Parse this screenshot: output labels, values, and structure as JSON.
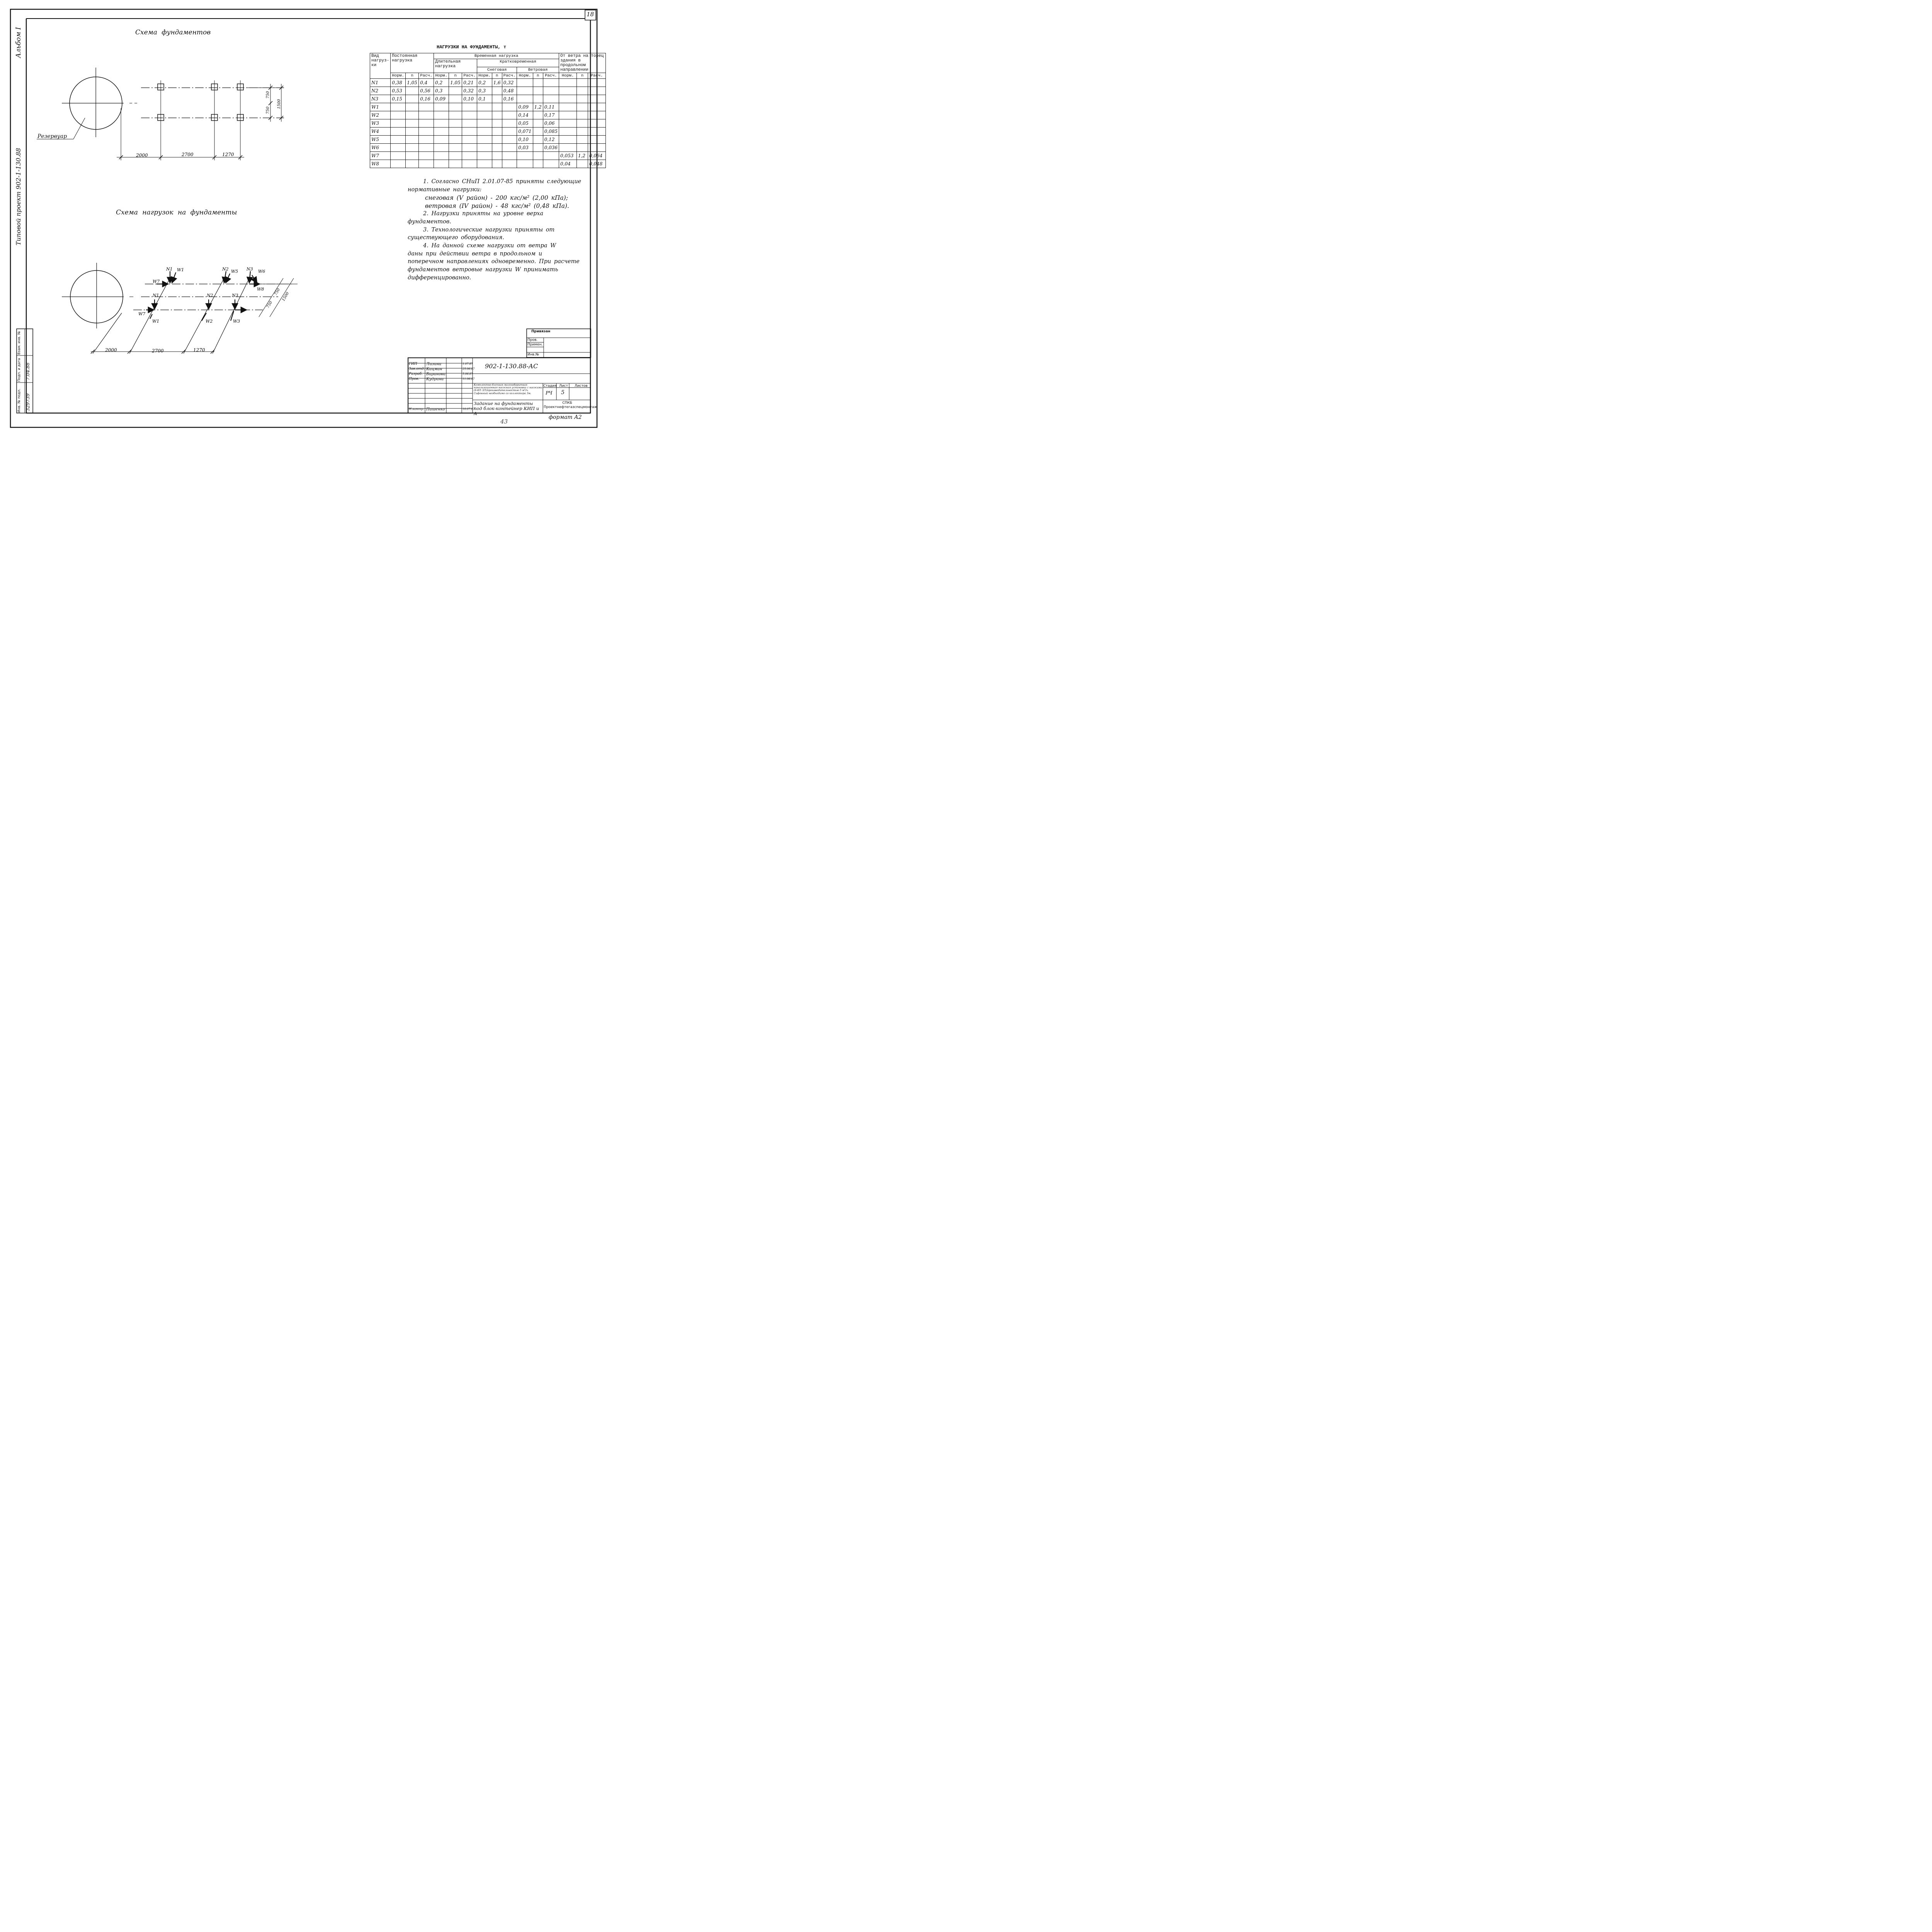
{
  "sheet_number": "18",
  "album": "Альбом  I",
  "project_label": "Типовой  проект  902-1-130.88",
  "foundation_scheme": {
    "title": "Схема  фундаментов",
    "reservoir_label": "Резервуар",
    "dims_horizontal": [
      "2000",
      "2700",
      "1270"
    ],
    "dims_vertical": [
      "750",
      "750",
      "1500"
    ]
  },
  "load_scheme": {
    "title": "Схема  нагрузок  на  фундаменты",
    "dims_horizontal": [
      "2000",
      "2700",
      "1270"
    ],
    "dims_vertical": [
      "750",
      "750",
      "1500"
    ],
    "labels": [
      "N1",
      "W1",
      "N2",
      "W5",
      "N3",
      "W6",
      "W7",
      "W8",
      "N1",
      "N2",
      "N3",
      "W7",
      "W1",
      "W2",
      "W3"
    ]
  },
  "table": {
    "title": "НАГРУЗКИ НА ФУНДАМЕНТЫ, т",
    "h_load_type": "Вид нагруз-ки",
    "h_permanent": "Постоянная нагрузка",
    "h_temporary": "Временная нагрузка",
    "h_long": "Длительная нагрузка",
    "h_short": "Кратковременная",
    "h_snow": "Снеговая",
    "h_wind": "Ветровая",
    "h_end_wind": "От ветра на торец здания в продольном направлении",
    "col_norm": "Норм.",
    "col_n": "n",
    "col_calc": "Расч.",
    "rows": [
      {
        "id": "N1",
        "c": [
          "0,38",
          "1,05",
          "0,4",
          "0,2",
          "1,05",
          "0,21",
          "0,2",
          "1,6",
          "0,32",
          "",
          "",
          "",
          "",
          "",
          ""
        ]
      },
      {
        "id": "N2",
        "c": [
          "0,53",
          "",
          "0,56",
          "0,3",
          "",
          "0,32",
          "0,3",
          "",
          "0,48",
          "",
          "",
          "",
          "",
          "",
          ""
        ]
      },
      {
        "id": "N3",
        "c": [
          "0,15",
          "",
          "0,16",
          "0,09",
          "",
          "0,10",
          "0,1",
          "",
          "0,16",
          "",
          "",
          "",
          "",
          "",
          ""
        ]
      },
      {
        "id": "W1",
        "c": [
          "",
          "",
          "",
          "",
          "",
          "",
          "",
          "",
          "",
          "0,09",
          "1,2",
          "0,11",
          "",
          "",
          ""
        ]
      },
      {
        "id": "W2",
        "c": [
          "",
          "",
          "",
          "",
          "",
          "",
          "",
          "",
          "",
          "0,14",
          "",
          "0,17",
          "",
          "",
          ""
        ]
      },
      {
        "id": "W3",
        "c": [
          "",
          "",
          "",
          "",
          "",
          "",
          "",
          "",
          "",
          "0,05",
          "",
          "0,06",
          "",
          "",
          ""
        ]
      },
      {
        "id": "W4",
        "c": [
          "",
          "",
          "",
          "",
          "",
          "",
          "",
          "",
          "",
          "0,071",
          "",
          "0,085",
          "",
          "",
          ""
        ]
      },
      {
        "id": "W5",
        "c": [
          "",
          "",
          "",
          "",
          "",
          "",
          "",
          "",
          "",
          "0,10",
          "",
          "0,12",
          "",
          "",
          ""
        ]
      },
      {
        "id": "W6",
        "c": [
          "",
          "",
          "",
          "",
          "",
          "",
          "",
          "",
          "",
          "0,03",
          "",
          "0,036",
          "",
          "",
          ""
        ]
      },
      {
        "id": "W7",
        "c": [
          "",
          "",
          "",
          "",
          "",
          "",
          "",
          "",
          "",
          "",
          "",
          "",
          "0,053",
          "1,2",
          "0,064"
        ]
      },
      {
        "id": "W8",
        "c": [
          "",
          "",
          "",
          "",
          "",
          "",
          "",
          "",
          "",
          "",
          "",
          "",
          "0,04",
          "",
          "0,048"
        ]
      }
    ]
  },
  "notes": [
    "1. Согласно  СНиП 2.01.07-85  приняты  следующие",
    "нормативные   нагрузки:",
    "снеговая (V район) - 200 кгс/м²  (2,00 кПа);",
    "ветровая (IV район) - 48 кгс/м²  (0,48 кПа).",
    "2. Нагрузки  приняты  на  уровне  верха",
    "фундаментов.",
    "3. Технологические  нагрузки  приняты  от",
    "существующего   оборудования.",
    "4. На  данной  схеме  нагрузки  от  ветра  W",
    "даны  при  действии  ветра  в  продольном  и",
    "поперечном    направлениях  одновременно.  При расчете",
    "фундаментов  ветровые  нагрузки  W  принимать",
    "дифференцированно."
  ],
  "binding_stamp": {
    "title": "Привязан",
    "rows": [
      "Пров.",
      "Примен.",
      "",
      "Инв.№"
    ]
  },
  "title_block": {
    "code": "902-1-130.88-АС",
    "people": [
      {
        "role": "ГИП",
        "name": "Лизина",
        "date": "1.07.87"
      },
      {
        "role": "Зав.отд.",
        "name": "Кацман",
        "date": "25.06.87"
      },
      {
        "role": "Разраб.",
        "name": "Баранова",
        "date": "5.06.87"
      },
      {
        "role": "Пров.",
        "name": "Кудрина",
        "date": "11.06.87"
      },
      {
        "role": "Н.контр.",
        "name": "Пашенко",
        "date": "10.07.87"
      }
    ],
    "description": "Комплектно-блочная малогабаритная канализационная насосная установка с насосами (6-8/5 3/5)производительностью 5 м³/ч. Сифонный необходимо со коллектора Зм.",
    "drawing_title": "Задание  на фундаменты под блок-контейнер КИП и А",
    "stage_label": "Стадия",
    "sheet_label": "Лист",
    "sheets_label": "Листов",
    "stage": "РЧ",
    "sheet": "5",
    "org": "СПКБ Проектнефтегазспецмонтаж"
  },
  "side_stamp": {
    "inv_label": "Инв. № подл.",
    "inv_value": "329739",
    "sign_label": "Подп. и дата",
    "sign_value": "7.04.88",
    "replace_label": "Взам. инв. №"
  },
  "format": "формат А2",
  "page_mark": "43"
}
